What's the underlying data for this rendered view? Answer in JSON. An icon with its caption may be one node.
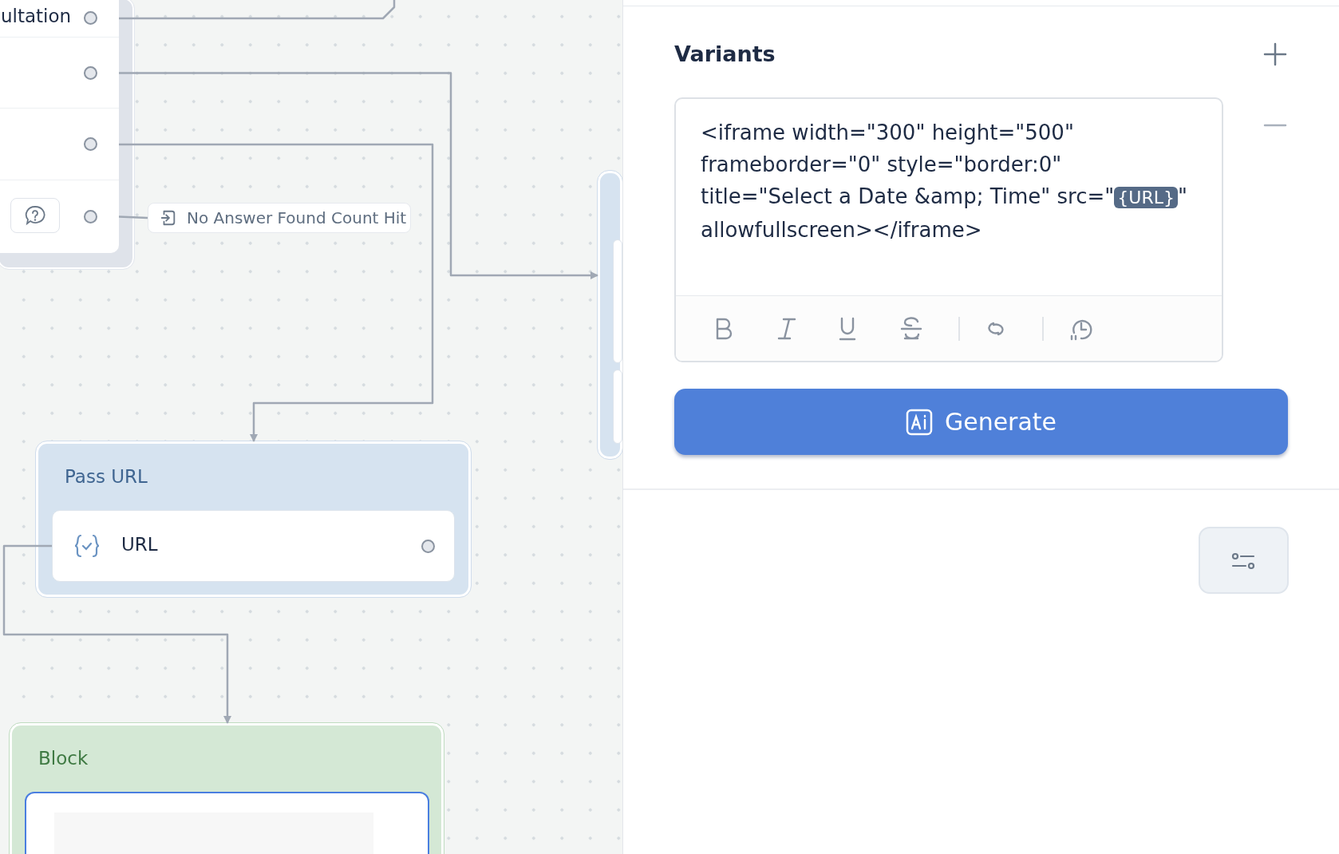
{
  "diagram": {
    "nodes": [
      {
        "text": [],
        "shape": "box"
      },
      {
        "text": [
          "ultation"
        ],
        "in": 0
      },
      {
        "text": [],
        "shape": "box",
        "in": 0
      },
      {
        "text": [],
        "shape": "box",
        "in": 0
      },
      {
        "text": [],
        "shape": "box",
        "in": 0
      },
      {
        "text": [
          "No Answer Found Count Hit"
        ]
      },
      {
        "text": [],
        "shape": "box"
      },
      {
        "text": [],
        "shape": "box",
        "in": 6
      },
      {
        "text": [],
        "shape": "box",
        "in": 6
      },
      {
        "text": [
          "Pass URL"
        ]
      },
      {
        "text": [
          "URL"
        ],
        "in": 9
      },
      {
        "text": [
          "Block"
        ]
      },
      {
        "text": [],
        "shape": "box",
        "in": 11
      }
    ],
    "edges": [
      {
        "from": 1,
        "to": null,
        "arrow": "none"
      },
      {
        "from": 2,
        "to": 6,
        "arrow": "to"
      },
      {
        "from": 3,
        "to": 9,
        "arrow": "to"
      },
      {
        "from": 4,
        "to": 5,
        "arrow": "none"
      },
      {
        "from": 10,
        "to": 11,
        "arrow": "to"
      }
    ],
    "labels": [
      "Variants",
      "<iframe width=\"300\" height=\"500\" frameborder=\"0\" style=\"border:0\" title=\"Select a Date &amp; Time\" src=\"",
      "{URL}",
      "\"  allowfullscreen></iframe>",
      "Generate"
    ]
  }
}
